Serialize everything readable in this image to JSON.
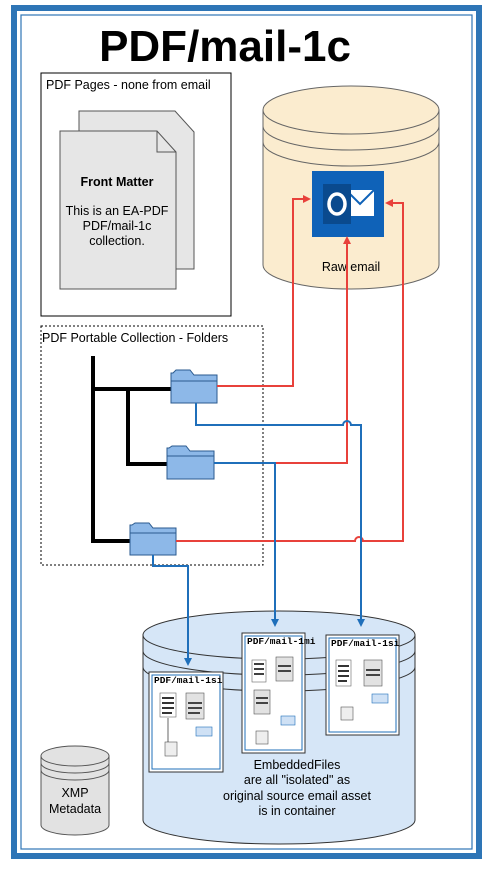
{
  "title": "PDF/mail-1c",
  "pdf_pages": {
    "label": "PDF Pages - none from email",
    "front_heading": "Front Matter",
    "front_line1": "This is an EA-PDF",
    "front_line2": "PDF/mail-1c",
    "front_line3": "collection."
  },
  "raw_email": {
    "label": "Raw email"
  },
  "portable_collection": {
    "label": "PDF Portable Collection - Folders"
  },
  "embedded": {
    "doc1_title": "PDF/mail-1si",
    "doc2_title": "PDF/mail-1mi",
    "doc3_title": "PDF/mail-1si",
    "caption_line1": "EmbeddedFiles",
    "caption_line2": "are all \"isolated\" as",
    "caption_line3": "original source email asset",
    "caption_line4": "is in container"
  },
  "xmp": {
    "line1": "XMP",
    "line2": "Metadata"
  },
  "colors": {
    "frame": "#2e75b6",
    "red_link": "#e8413b",
    "blue_link": "#1f6fba",
    "raw_email_fill": "#fbeccf",
    "embedded_fill": "#d6e6f7",
    "folder_fill": "#8db8e8",
    "outlook_blue": "#0f62b8"
  }
}
